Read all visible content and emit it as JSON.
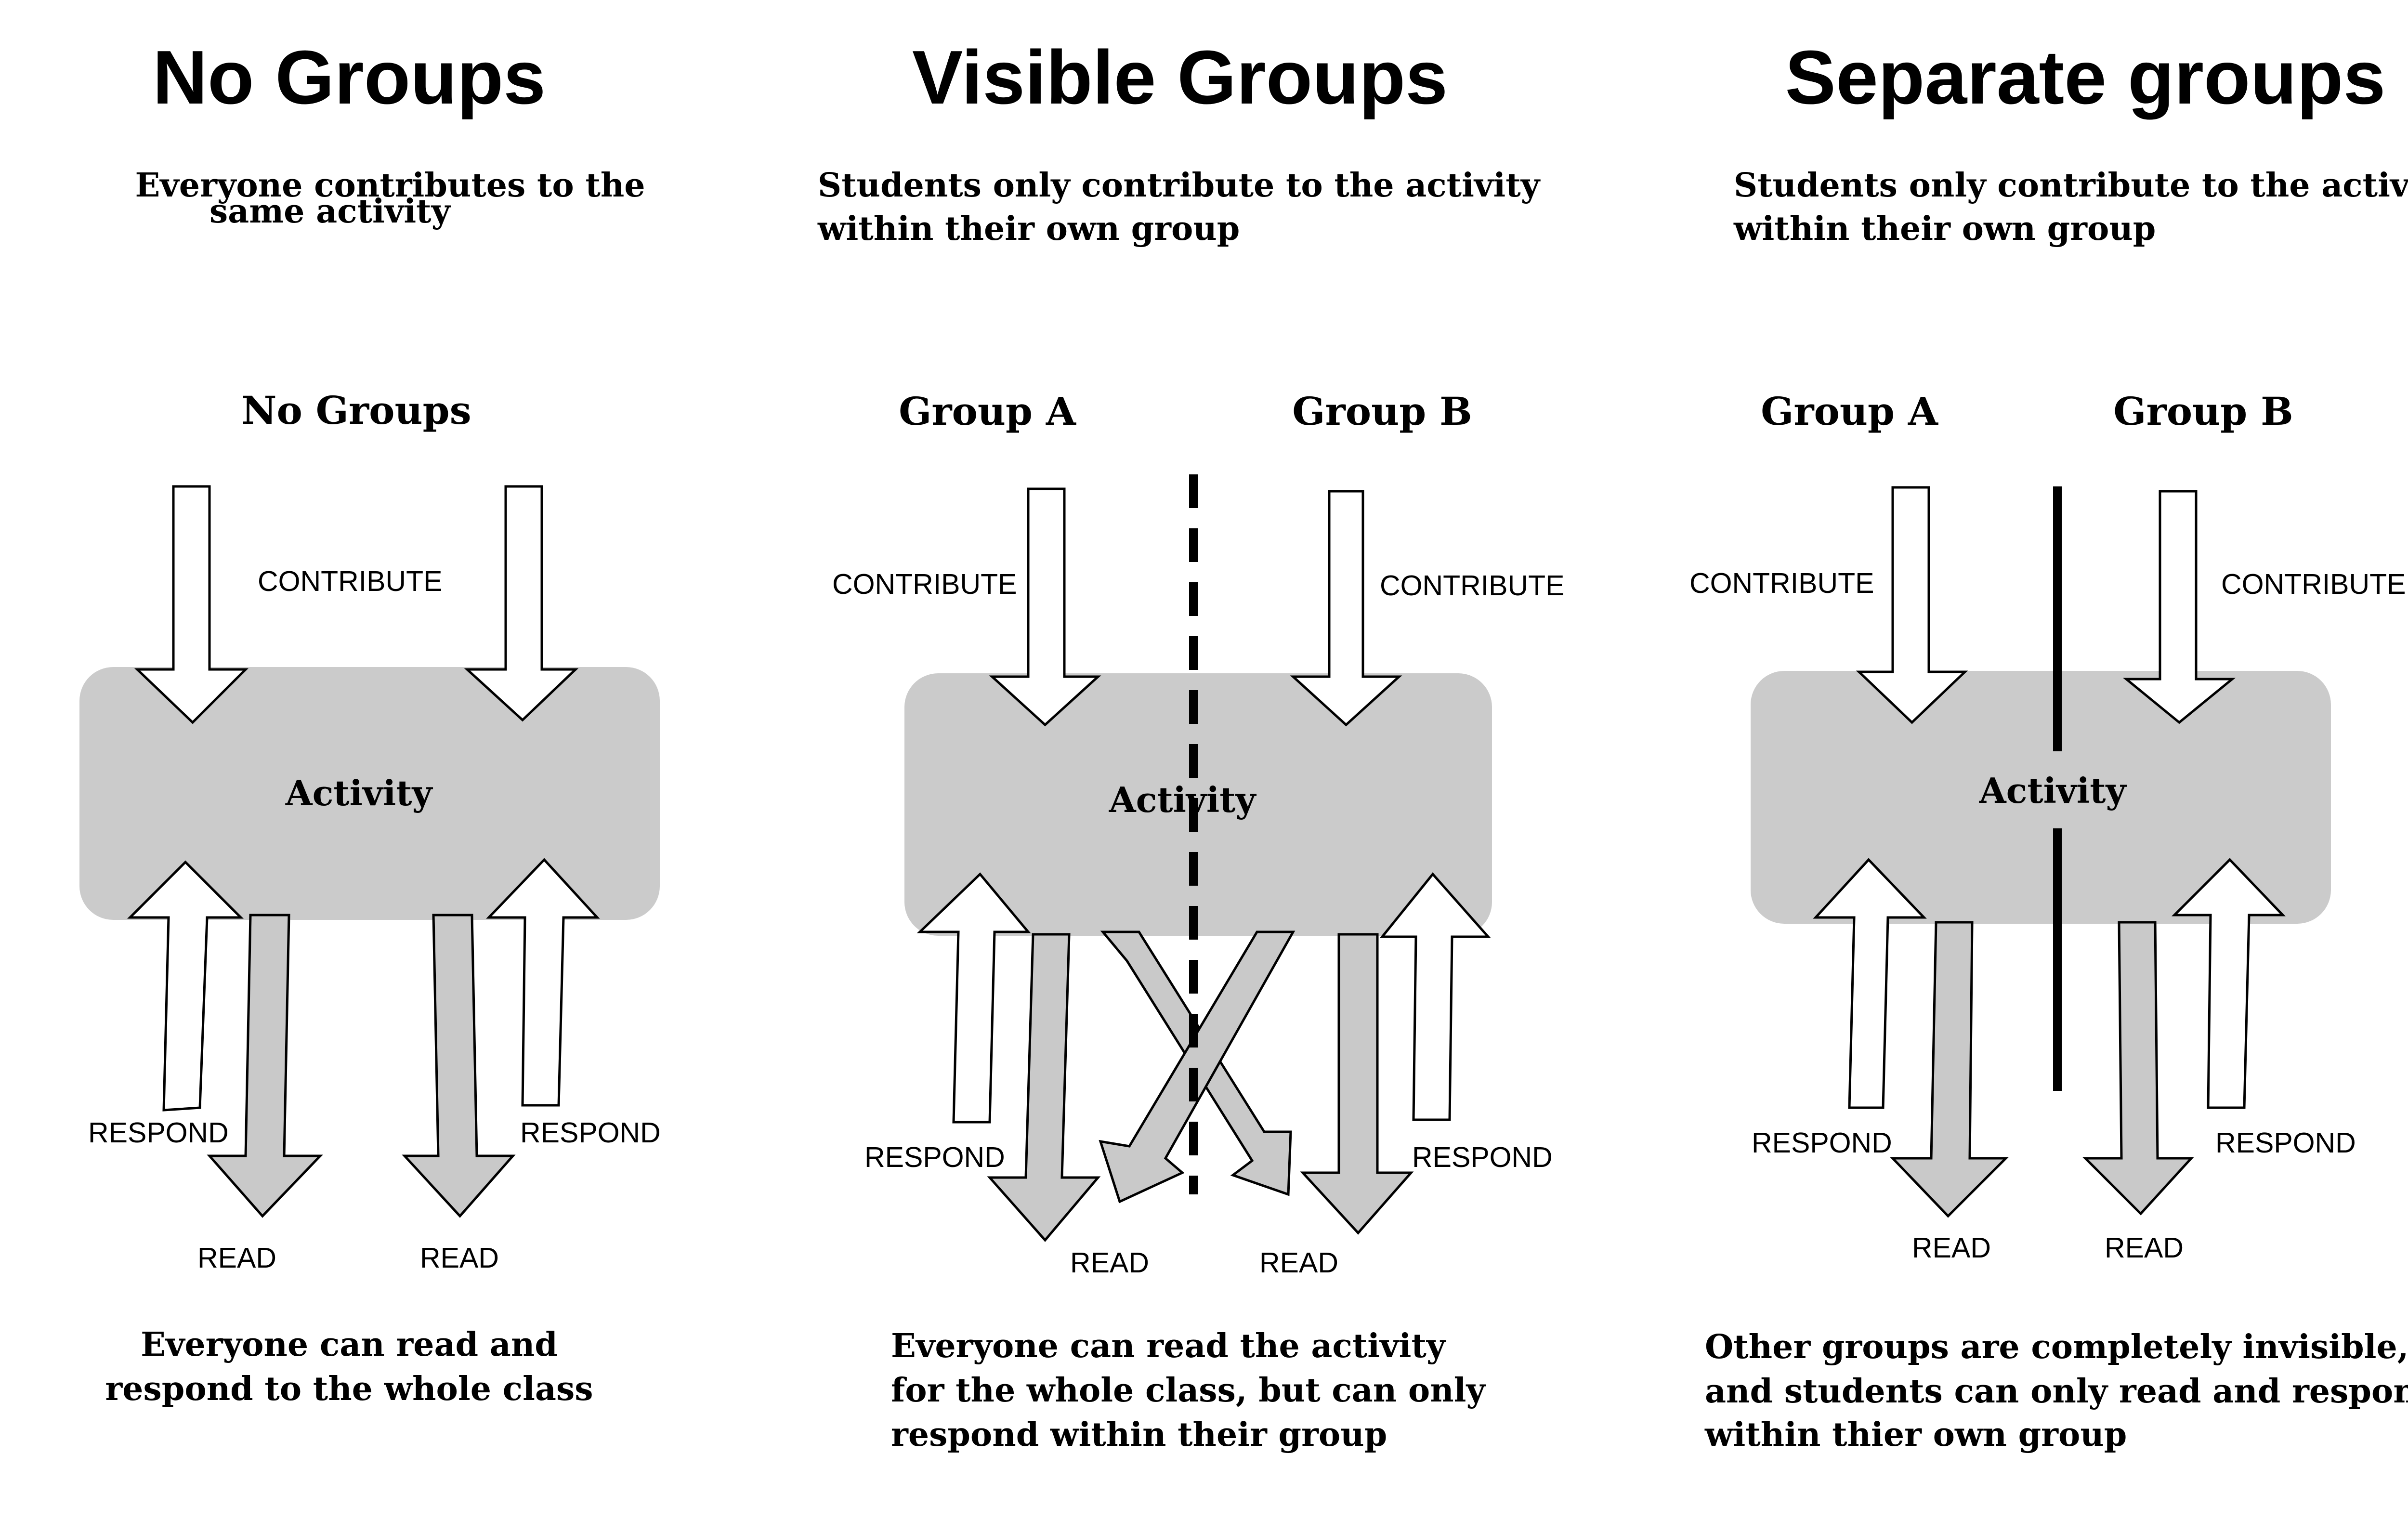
{
  "panels": {
    "no_groups": {
      "title": "No Groups",
      "description": [
        "Everyone contributes to the",
        "same activity"
      ],
      "group_labels": [
        "No Groups"
      ],
      "activity": "Activity",
      "contribute": [
        "CONTRIBUTE"
      ],
      "respond": [
        "RESPOND",
        "RESPOND"
      ],
      "read": [
        "READ",
        "READ"
      ],
      "footer": [
        "Everyone can read and",
        "respond to the whole class"
      ]
    },
    "visible_groups": {
      "title": "Visible Groups",
      "description": [
        "Students only contribute to the activity",
        "within their own group"
      ],
      "group_labels": [
        "Group A",
        "Group B"
      ],
      "activity": "Activity",
      "contribute": [
        "CONTRIBUTE",
        "CONTRIBUTE"
      ],
      "respond": [
        "RESPOND",
        "RESPOND"
      ],
      "read": [
        "READ",
        "READ"
      ],
      "footer": [
        "Everyone can read the activity",
        "for the whole class, but can only",
        "respond within their group"
      ]
    },
    "separate_groups": {
      "title": "Separate groups",
      "description": [
        "Students only contribute to the activity",
        "within their own group"
      ],
      "group_labels": [
        "Group  A",
        "Group B"
      ],
      "activity": "Activity",
      "contribute": [
        "CONTRIBUTE",
        "CONTRIBUTE"
      ],
      "respond": [
        "RESPOND",
        "RESPOND"
      ],
      "read": [
        "READ",
        "READ"
      ],
      "footer": [
        "Other groups are completely invisible,",
        "and students can only read and respond",
        "within thier own group"
      ]
    }
  },
  "colors": {
    "activity_box": "#cbcbcb",
    "read_arrow": "#c9c9c9",
    "contribute_arrow": "#ffffff",
    "divider": "#000000"
  }
}
